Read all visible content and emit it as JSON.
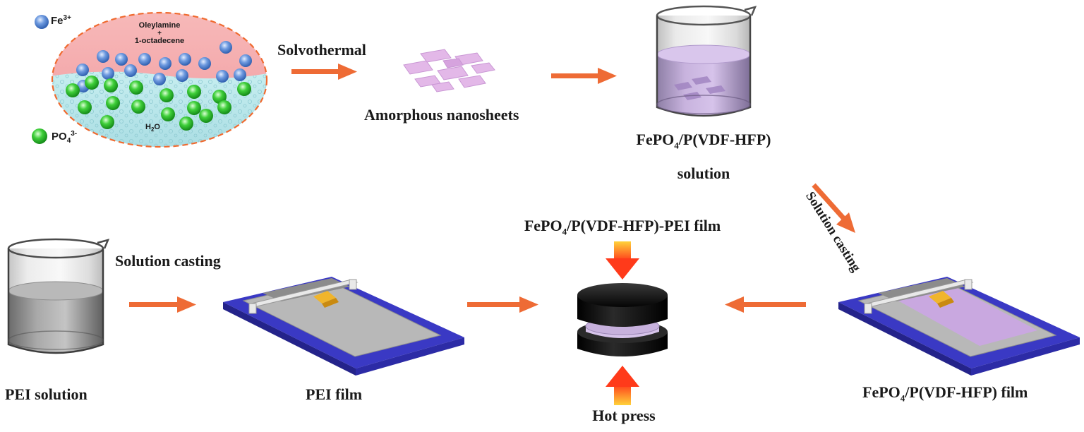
{
  "legend": {
    "fe": "Fe",
    "fe_sup": "3+",
    "po": "PO",
    "po_sub": "4",
    "po_sup": "3-"
  },
  "reaction": {
    "solvent_top_1": "Oleylamine",
    "solvent_top_plus": "+",
    "solvent_top_2": "1-octadecene",
    "solvent_bottom": "H",
    "solvent_bottom_sub": "2",
    "solvent_bottom_tail": "O"
  },
  "steps": {
    "solvothermal": "Solvothermal",
    "amorphous": "Amorphous nanosheets",
    "composite_solution_pre": "FePO",
    "composite_solution_sub": "4",
    "composite_solution_post": "/P(VDF-HFP)",
    "composite_solution_line2": "solution",
    "solution_casting_diag": "Solution casting",
    "solution_casting": "Solution casting",
    "pei_solution": "PEI solution",
    "pei_film": "PEI film",
    "composite_film_pre": "FePO",
    "composite_film_sub": "4",
    "composite_film_post": "/P(VDF-HFP) film",
    "sandwich_pre": "FePO",
    "sandwich_sub": "4",
    "sandwich_post": "/P(VDF-HFP)-PEI film",
    "hot_press": "Hot press"
  },
  "colors": {
    "arrow": "#ee6b35",
    "fe_ion": "#5b8fd9",
    "po_ion": "#38c43a",
    "organic_phase": "#f4a8a8",
    "water_phase": "#bfe8ea",
    "blade_base": "#3a39c4",
    "composite_film": "#c9a8e0",
    "press_plate": "#151515"
  }
}
